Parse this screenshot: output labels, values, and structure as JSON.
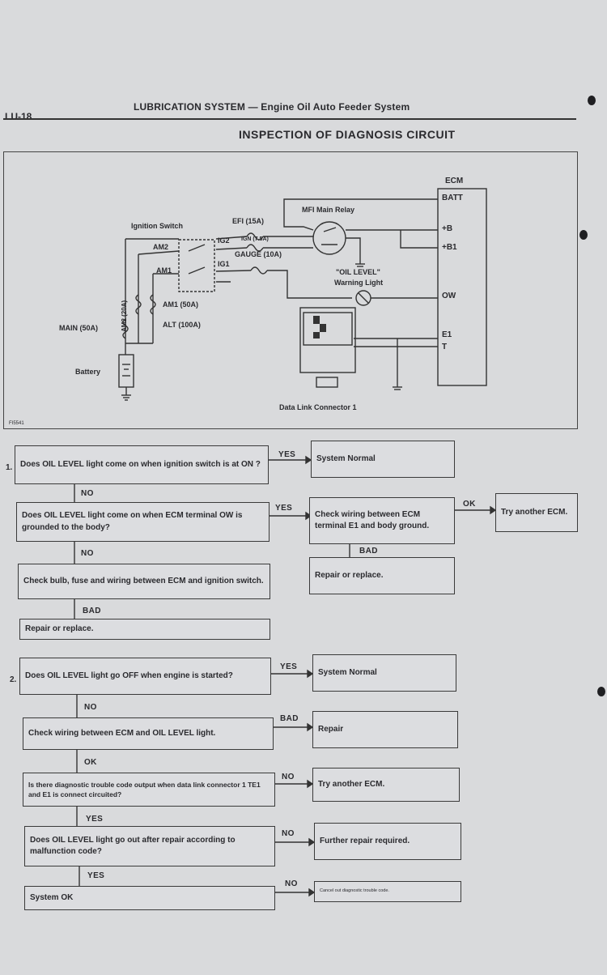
{
  "header": {
    "page_id": "LU-18",
    "title": "LUBRICATION SYSTEM — Engine Oil Auto Feeder System",
    "section_title": "INSPECTION OF DIAGNOSIS CIRCUIT"
  },
  "circuit": {
    "ecm": "ECM",
    "batt": "BATT",
    "plus_b": "+B",
    "plus_b1": "+B1",
    "ow": "OW",
    "e1": "E1",
    "t": "T",
    "mfi_relay": "MFI Main Relay",
    "efi_fuse": "EFI (15A)",
    "ign_fuse": "IGN (7.5A)",
    "gauge_fuse": "GAUGE (10A)",
    "ignition_switch": "Ignition Switch",
    "am2": "AM2",
    "am1": "AM1",
    "ig2": "IG2",
    "ig1": "IG1",
    "oil_level_light": "\"OIL LEVEL\"",
    "warning_light": "Warning Light",
    "am1_fuse": "AM1 (50A)",
    "alt_fuse": "ALT (100A)",
    "am2_fuse": "AM2 (20A)",
    "main_fuse": "MAIN (50A)",
    "battery": "Battery",
    "data_link": "Data Link Connector 1",
    "fig_code": "FI5541"
  },
  "flow1": {
    "num": "1.",
    "q1": "Does OIL LEVEL light come on when ignition switch is at ON ?",
    "yes1": "YES",
    "normal1": "System Normal",
    "no1": "NO",
    "q2": "Does OIL LEVEL light come on when ECM terminal OW is grounded to the body?",
    "yes2": "YES",
    "check_e1": "Check wiring between ECM terminal E1 and body ground.",
    "ok1": "OK",
    "try_ecm1": "Try another ECM.",
    "bad1": "BAD",
    "repair1": "Repair or replace.",
    "no2": "NO",
    "check_bulb": "Check bulb, fuse and wiring between ECM and ignition switch.",
    "bad2": "BAD",
    "repair2": "Repair or replace."
  },
  "flow2": {
    "num": "2.",
    "q1": "Does OIL LEVEL light go OFF when engine is started?",
    "yes1": "YES",
    "normal": "System Normal",
    "no1": "NO",
    "check_wiring": "Check wiring between ECM and OIL LEVEL light.",
    "bad": "BAD",
    "repair": "Repair",
    "ok": "OK",
    "q_dtc": "Is there diagnostic trouble code output when data link connector 1 TE1 and E1 is connect circuited?",
    "no2": "NO",
    "try_ecm": "Try another ECM.",
    "yes2": "YES",
    "q_repair": "Does OIL LEVEL light go out after repair according to malfunction code?",
    "no3": "NO",
    "further": "Further repair required.",
    "yes3": "YES",
    "system_ok": "System OK",
    "no4": "NO",
    "cancel": "Cancel out diagnostic trouble code."
  }
}
